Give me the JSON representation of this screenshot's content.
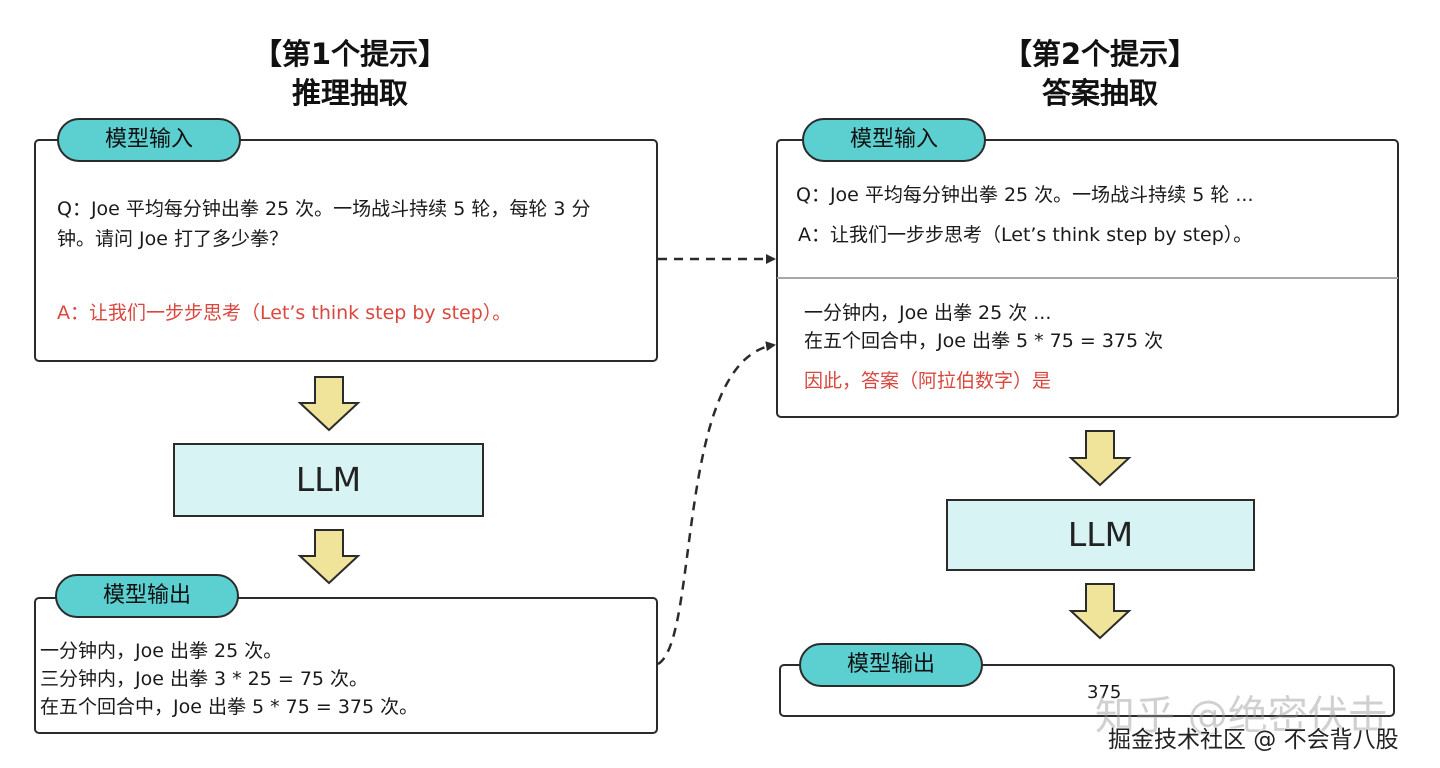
{
  "left": {
    "title_line1": "【第1个提示】",
    "title_line2": "推理抽取",
    "input_label": "模型输入",
    "question_line1": "Q：Joe 平均每分钟出拳 25 次。一场战斗持续 5 轮，每轮 3 分",
    "question_line2": "钟。请问 Joe 打了多少拳？",
    "answer_prompt": "A：让我们一步步思考（Let’s think step by step）。",
    "llm_label": "LLM",
    "output_label": "模型输出",
    "output_lines": [
      "一分钟内，Joe 出拳 25 次。",
      "三分钟内，Joe 出拳 3 * 25 = 75 次。",
      "在五个回合中，Joe 出拳 5 * 75 = 375 次。"
    ]
  },
  "right": {
    "title_line1": "【第2个提示】",
    "title_line2": "答案抽取",
    "input_label": "模型输入",
    "question_line": "Q：Joe 平均每分钟出拳 25 次。一场战斗持续 5 轮 ...",
    "answer_line": "A：让我们一步步思考（Let’s think step by step）。",
    "reasoning_line1": "一分钟内，Joe 出拳 25 次 ...",
    "reasoning_line2": "在五个回合中，Joe 出拳 5 * 75 = 375 次",
    "extraction_prompt": "因此，答案（阿拉伯数字）是",
    "llm_label": "LLM",
    "output_label": "模型输出",
    "output_value": "375"
  },
  "watermark": {
    "line1": "知乎 @绝密伏击",
    "line2": "掘金技术社区 @ 不会背八股"
  },
  "colors": {
    "pill_fill": "#5ccfd0",
    "llm_fill": "#d7f3f3",
    "arrow_fill": "#f0e39a",
    "highlight_text": "#d9473f"
  }
}
